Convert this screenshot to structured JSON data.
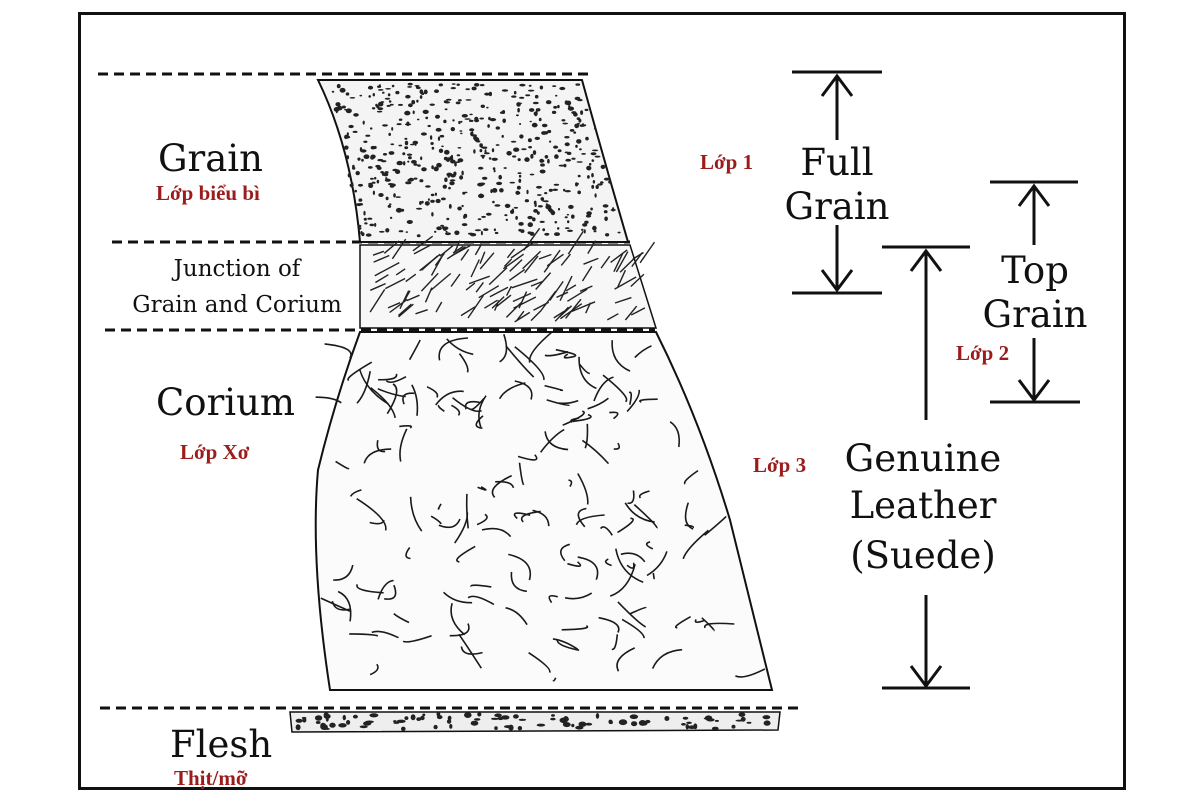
{
  "layers": {
    "grain": {
      "title": "Grain",
      "subtitle": "Lớp biểu bì"
    },
    "junction": {
      "line1": "Junction of",
      "line2": "Grain and Corium"
    },
    "corium": {
      "title": "Corium",
      "subtitle": "Lớp Xơ"
    },
    "flesh": {
      "title": "Flesh",
      "subtitle": "Thịt/mỡ"
    }
  },
  "cuts": {
    "full_grain": {
      "line1": "Full",
      "line2": "Grain",
      "tag": "Lớp 1"
    },
    "top_grain": {
      "line1": "Top",
      "line2": "Grain",
      "tag": "Lớp 2"
    },
    "genuine": {
      "line1": "Genuine",
      "line2": "Leather",
      "line3": "(Suede)",
      "tag": "Lớp 3"
    }
  },
  "colors": {
    "vn_label": "#9b1c1c",
    "ink": "#111111"
  }
}
